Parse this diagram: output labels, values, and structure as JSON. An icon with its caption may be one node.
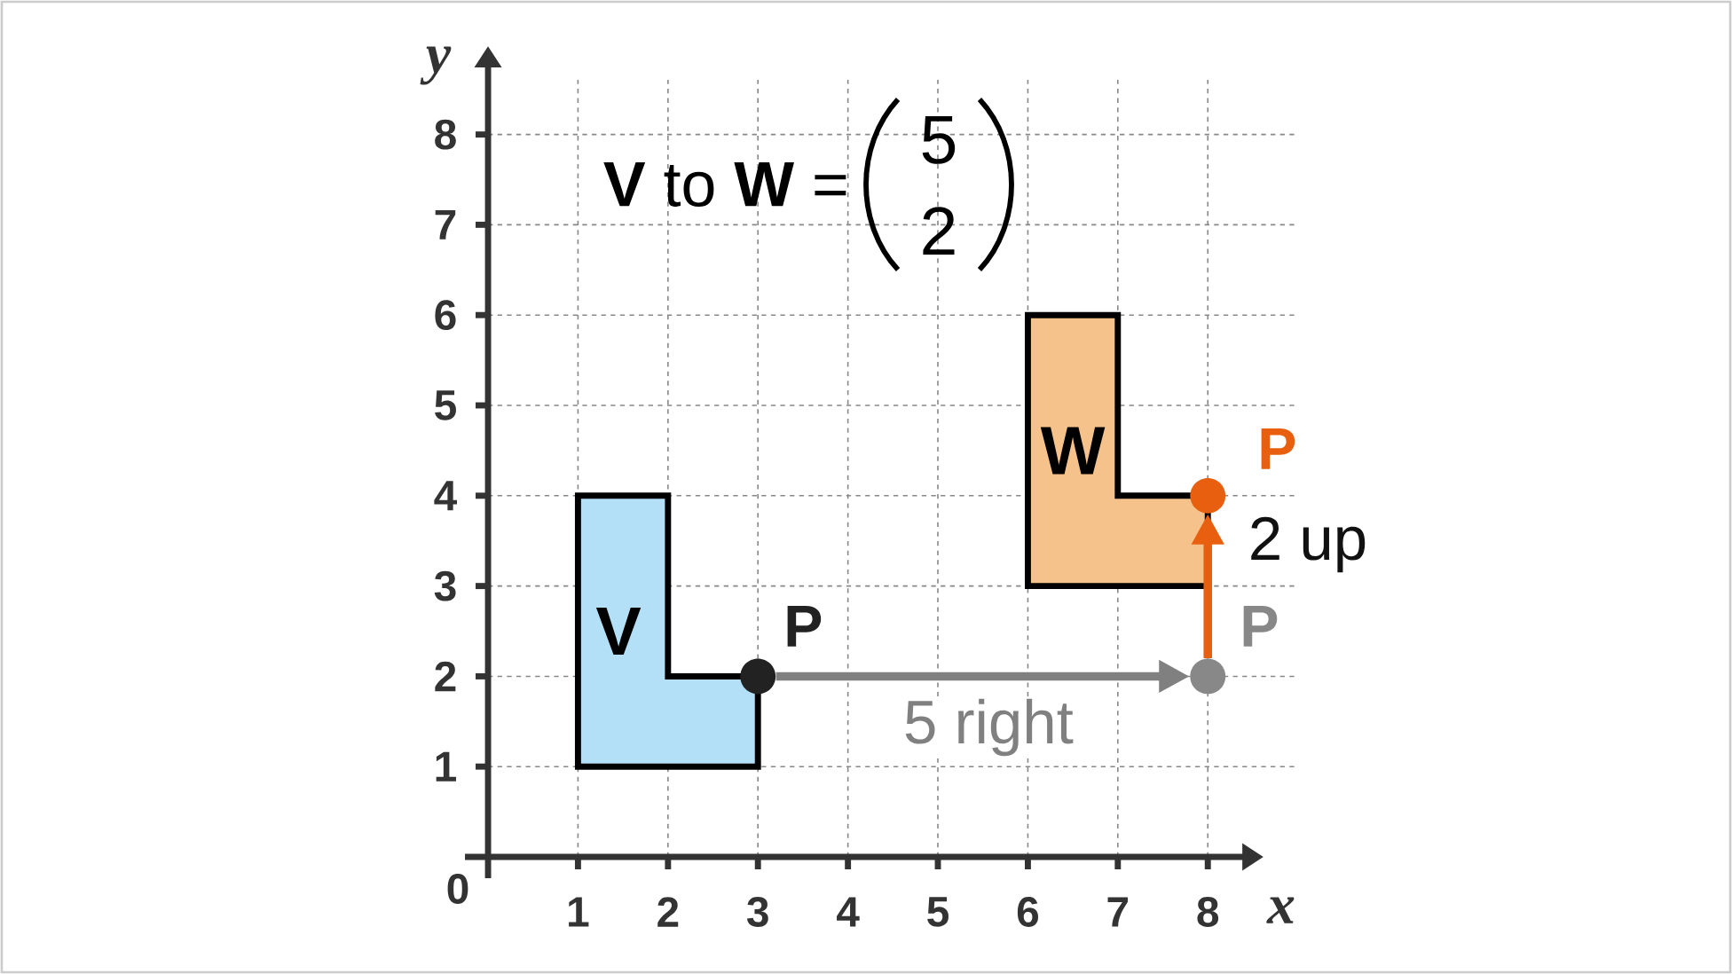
{
  "diagram": {
    "nodes": [
      {
        "text": [
          "V"
        ]
      },
      {
        "text": [
          "W"
        ]
      },
      {
        "text": [],
        "shape": "circle",
        "beside": [
          "P"
        ]
      },
      {
        "text": [],
        "shape": "circle",
        "beside": [
          "P"
        ]
      },
      {
        "text": [],
        "shape": "circle",
        "beside": [
          "P"
        ]
      }
    ],
    "edges": [
      {
        "from": 2,
        "to": 3,
        "arrow": "to",
        "label": "5 right",
        "color": "#808080"
      },
      {
        "from": 3,
        "to": 4,
        "arrow": "to",
        "label": "2 up",
        "color": "#e8600f"
      }
    ],
    "labels": [
      "y",
      "8",
      "**V** to **W** =",
      "5",
      "7",
      "2",
      "6",
      "5",
      "4",
      "3",
      "2",
      "1",
      "0",
      "1",
      "2",
      "3",
      "4",
      "5",
      "6",
      "7",
      "8",
      "x"
    ]
  }
}
